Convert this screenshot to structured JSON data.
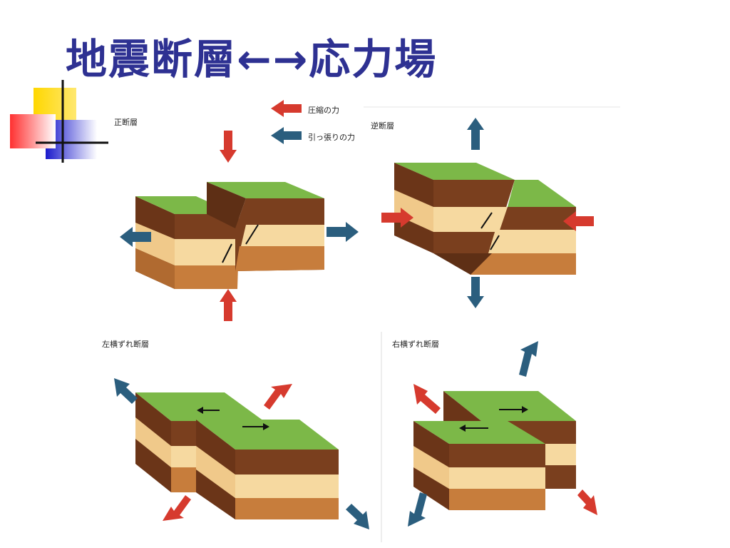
{
  "slide": {
    "title": "地震断層←→応力場"
  },
  "legend": {
    "compression": "圧縮の力",
    "tension": "引っ張りの力"
  },
  "panels": {
    "normal_fault": "正断層",
    "reverse_fault": "逆断層",
    "left_lateral": "左横ずれ断層",
    "right_lateral": "右横ずれ断層"
  },
  "colors": {
    "title": "#2e3192",
    "compression_arrow": "#d63a2e",
    "tension_arrow": "#2b5e7e",
    "ground": "#7cb848",
    "dark_soil": "#7a3f1e",
    "light_soil": "#f6d9a0",
    "orange_soil": "#c77d3c"
  }
}
